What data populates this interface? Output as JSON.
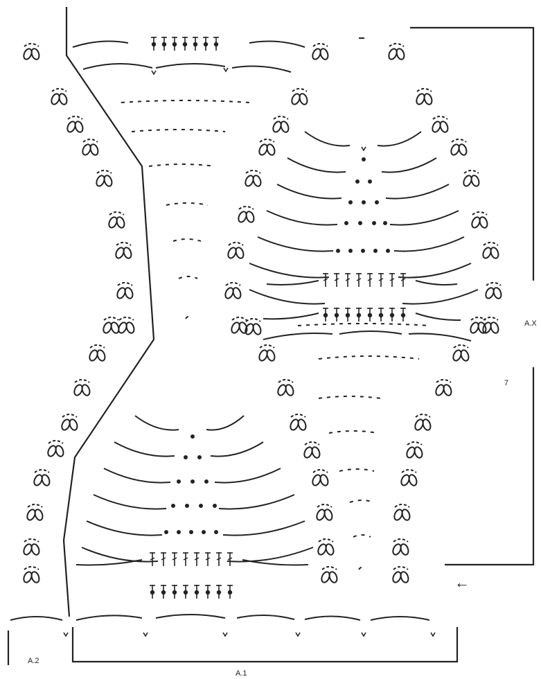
{
  "diagram": {
    "labels": {
      "a1": "A.1",
      "a2": "A.2",
      "ax": "A.X",
      "row_number": "7"
    },
    "arrow": {
      "glyph": "←"
    },
    "colors": {
      "ink": "#222222",
      "background": "#ffffff"
    },
    "symbols": [
      "chain-arc",
      "loop-cluster",
      "treble",
      "double-crochet-cluster",
      "dot",
      "v-stitch"
    ]
  }
}
